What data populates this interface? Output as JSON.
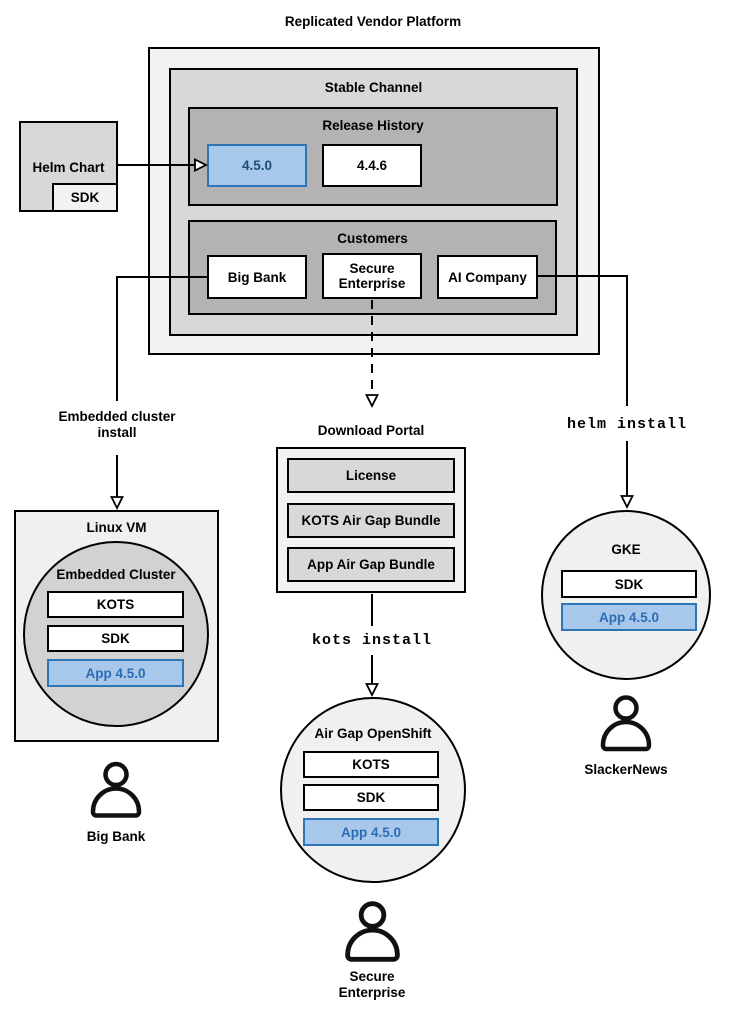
{
  "diagram_title": "Replicated Vendor Platform",
  "platform": {
    "stable_channel_label": "Stable Channel",
    "release_history": {
      "label": "Release History",
      "releases": [
        {
          "version": "4.5.0",
          "highlighted": true
        },
        {
          "version": "4.4.6",
          "highlighted": false
        }
      ]
    },
    "customers": {
      "label": "Customers",
      "items": [
        {
          "name": "Big Bank"
        },
        {
          "name": "Secure\nEnterprise"
        },
        {
          "name": "AI Company"
        }
      ]
    }
  },
  "helm_chart": {
    "label": "Helm Chart",
    "sdk": "SDK"
  },
  "download_portal": {
    "title": "Download Portal",
    "items": [
      {
        "label": "License"
      },
      {
        "label": "KOTS Air Gap Bundle"
      },
      {
        "label": "App Air Gap Bundle"
      }
    ]
  },
  "flow_labels": {
    "embedded_install": "Embedded cluster\ninstall",
    "kots_install": "kots install",
    "helm_install": "helm install"
  },
  "deployments": {
    "linux_vm": {
      "title": "Linux VM",
      "cluster_title": "Embedded Cluster",
      "components": [
        {
          "label": "KOTS",
          "highlighted": false
        },
        {
          "label": "SDK",
          "highlighted": false
        },
        {
          "label": "App 4.5.0",
          "highlighted": true
        }
      ],
      "user": "Big Bank"
    },
    "air_gap_openshift": {
      "title": "Air Gap OpenShift",
      "components": [
        {
          "label": "KOTS",
          "highlighted": false
        },
        {
          "label": "SDK",
          "highlighted": false
        },
        {
          "label": "App 4.5.0",
          "highlighted": true
        }
      ],
      "user": "Secure\nEnterprise"
    },
    "gke": {
      "title": "GKE",
      "components": [
        {
          "label": "SDK",
          "highlighted": false
        },
        {
          "label": "App 4.5.0",
          "highlighted": true
        }
      ],
      "user": "SlackerNews"
    }
  },
  "icons": {
    "user_icon": "person-outline"
  },
  "colors": {
    "highlight_fill": "#a7c8ea",
    "highlight_border": "#2e75b6",
    "highlight_text": "#2d6cb5",
    "highlight_text_dark": "#1f4e79",
    "box_light": "#f2f2f2",
    "box_medium": "#d8d8d8",
    "box_dark": "#b3b3b3",
    "line": "#000000"
  }
}
